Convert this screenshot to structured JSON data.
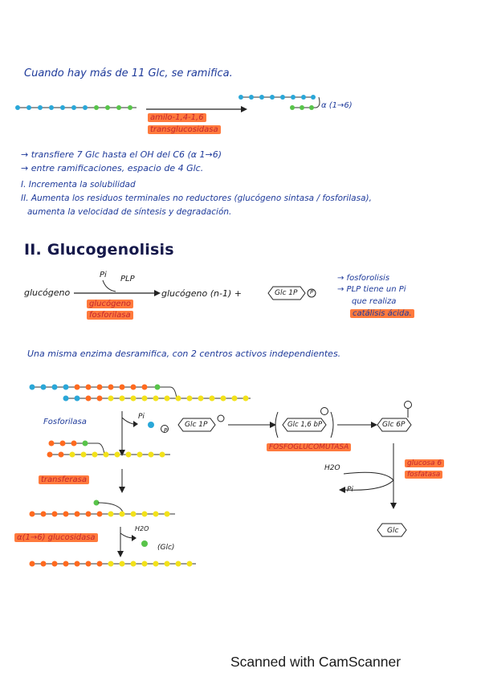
{
  "intro": {
    "branching_line": "Cuando hay más de 11 Glc, se ramifica.",
    "enzyme_label_1": "amilo-1,4-1,6",
    "enzyme_label_2": "transglucosidasa",
    "alpha_link": "α (1→6)",
    "point_1": "→ transfiere 7 Glc hasta el OH del C6 (α 1→6)",
    "point_2": "→ entre ramificaciones, espacio de 4 Glc.",
    "list_1": "I. Incrementa la solubilidad",
    "list_2a": "II. Aumenta los residuos terminales no reductores (glucógeno sintasa / fosforilasa),",
    "list_2b": "aumenta la velocidad de síntesis y degradación."
  },
  "section": {
    "title": "II. Glucogenolisis"
  },
  "reaction": {
    "pi": "Pi",
    "plp": "PLP",
    "substrate": "glucógeno",
    "enzyme_1": "glucógeno",
    "enzyme_2": "fosforilasa",
    "product": "glucógeno (n-1) +",
    "glc1p": "Glc 1P",
    "p": "P",
    "note_1": "→ fosforolisis",
    "note_2": "→ PLP tiene un Pi",
    "note_3": "que realiza",
    "note_4": "catálisis ácida."
  },
  "debranch": {
    "line": "Una misma enzima desramifica, con 2 centros activos independientes.",
    "fosforilasa": "Fosforilasa",
    "pi": "Pi",
    "p": "P",
    "glc1p": "Glc 1P",
    "glc16bp": "Glc 1,6 bP",
    "glc6p": "Glc 6P",
    "fosfoglucomutasa": "FOSFOGLUCOMUTASA",
    "h2o_1": "H2O",
    "pi_2": "Pi",
    "glucosa6_1": "glucosa 6",
    "glucosa6_2": "fosfatasa",
    "transferasa": "transferasa",
    "glucosidasa": "α(1→6) glucosidasa",
    "h2o_2": "H2O",
    "glc_free": "(Glc)",
    "glc_final": "Glc"
  },
  "footer": {
    "scanner": "Scanned with CamScanner"
  },
  "colors": {
    "ink_blue": "#243a8a",
    "ink_red": "#c4262e",
    "highlight_orange": "#ff7a3d",
    "dot_blue": "#2aa7d8",
    "dot_green": "#58c44a",
    "dot_orange": "#ff6a1f",
    "dot_yellow": "#f3e21a"
  }
}
